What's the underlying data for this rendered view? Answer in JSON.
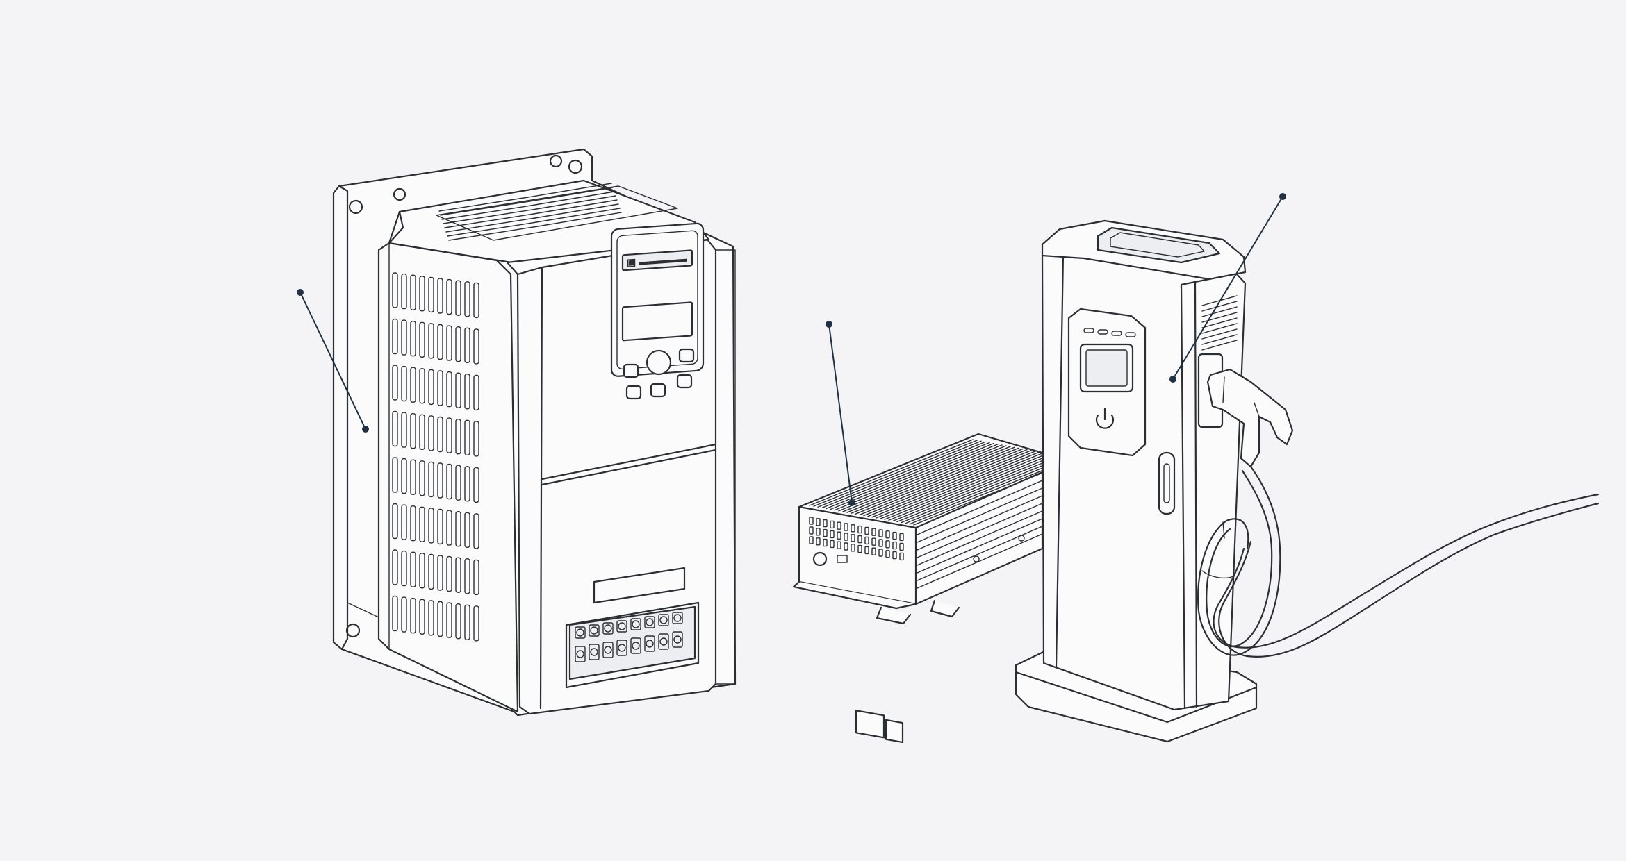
{
  "scene": {
    "background": "#f4f4f6",
    "line_color": "#2b2e33",
    "leader_color": "#1f3142"
  },
  "products": [
    {
      "id": "vfd",
      "icon": "variable-frequency-drive-icon"
    },
    {
      "id": "inverter",
      "icon": "power-inverter-icon"
    },
    {
      "id": "ev-charger",
      "icon": "ev-charging-station-icon"
    }
  ]
}
